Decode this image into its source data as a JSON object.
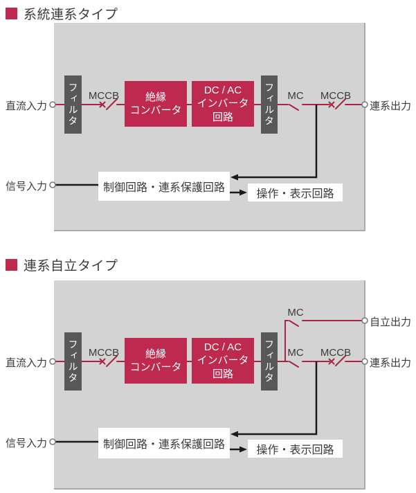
{
  "colors": {
    "accent_crimson": "#be2a4f",
    "wire_red": "#aa2342",
    "wire_black": "#1a1a1a",
    "filter_gray": "#595757",
    "panel_gray": "#d3d3d4",
    "panel_edge_gray": "#a9a9aa",
    "text_ink": "#3a3a39"
  },
  "diagrams": [
    {
      "title": "系統連系タイプ",
      "labels": {
        "dc_input": "直流入力",
        "signal_input": "信号入力",
        "grid_output": "連系出力",
        "mccb_in": "MCCB",
        "mc": "MC",
        "mccb_out": "MCCB"
      },
      "blocks": {
        "filter_in": "フィルタ",
        "isolation_converter": [
          "絶縁",
          "コンバータ"
        ],
        "dcac_inverter": [
          "DC / AC",
          "インバータ",
          "回路"
        ],
        "filter_out": "フィルタ",
        "control_circuit": "制御回路・連系保護回路",
        "display_circuit": "操作・表示回路"
      }
    },
    {
      "title": "連系自立タイプ",
      "labels": {
        "dc_input": "直流入力",
        "signal_input": "信号入力",
        "grid_output": "連系出力",
        "standalone_output": "自立出力",
        "mccb_in": "MCCB",
        "mc": "MC",
        "mc_standalone": "MC",
        "mccb_out": "MCCB"
      },
      "blocks": {
        "filter_in": "フィルタ",
        "isolation_converter": [
          "絶縁",
          "コンバータ"
        ],
        "dcac_inverter": [
          "DC / AC",
          "インバータ",
          "回路"
        ],
        "filter_out": "フィルタ",
        "control_circuit": "制御回路・連系保護回路",
        "display_circuit": "操作・表示回路"
      }
    }
  ]
}
